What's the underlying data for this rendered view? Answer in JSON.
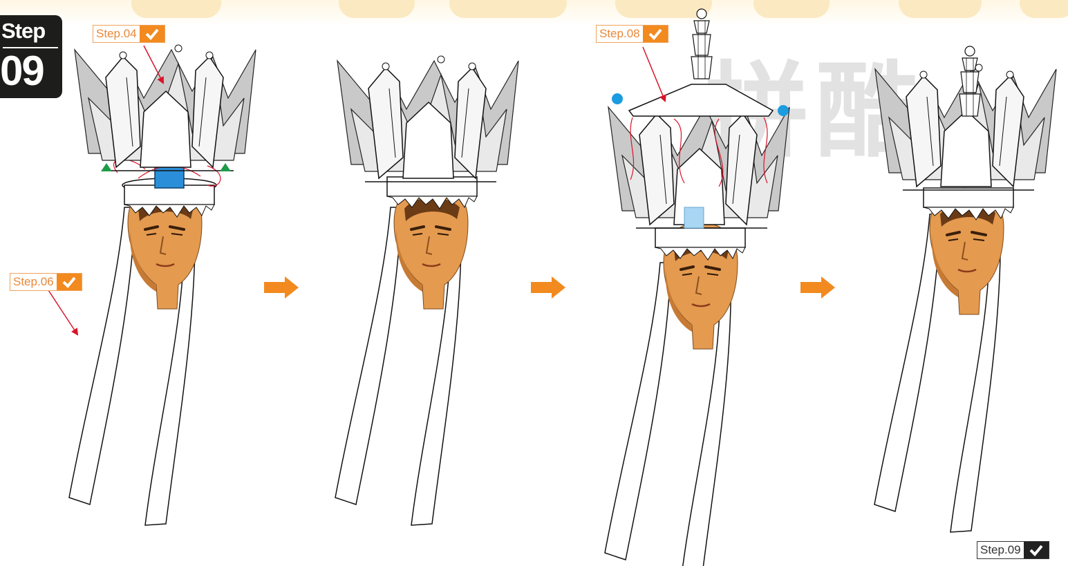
{
  "badge": {
    "word": "Step",
    "number": "09"
  },
  "tags": {
    "step04": "Step.04",
    "step06": "Step.06",
    "step08": "Step.08",
    "step09": "Step.09"
  },
  "watermark": "拼酷",
  "colors": {
    "accent": "#f28a1f",
    "arrow_red": "#d9142a",
    "marker_green": "#1e9b48",
    "marker_blue": "#1b9be0",
    "skin": "#e49a4f",
    "cube_blue": "#2a8fd8"
  },
  "icons": [
    "check-icon",
    "next-arrow-icon"
  ]
}
